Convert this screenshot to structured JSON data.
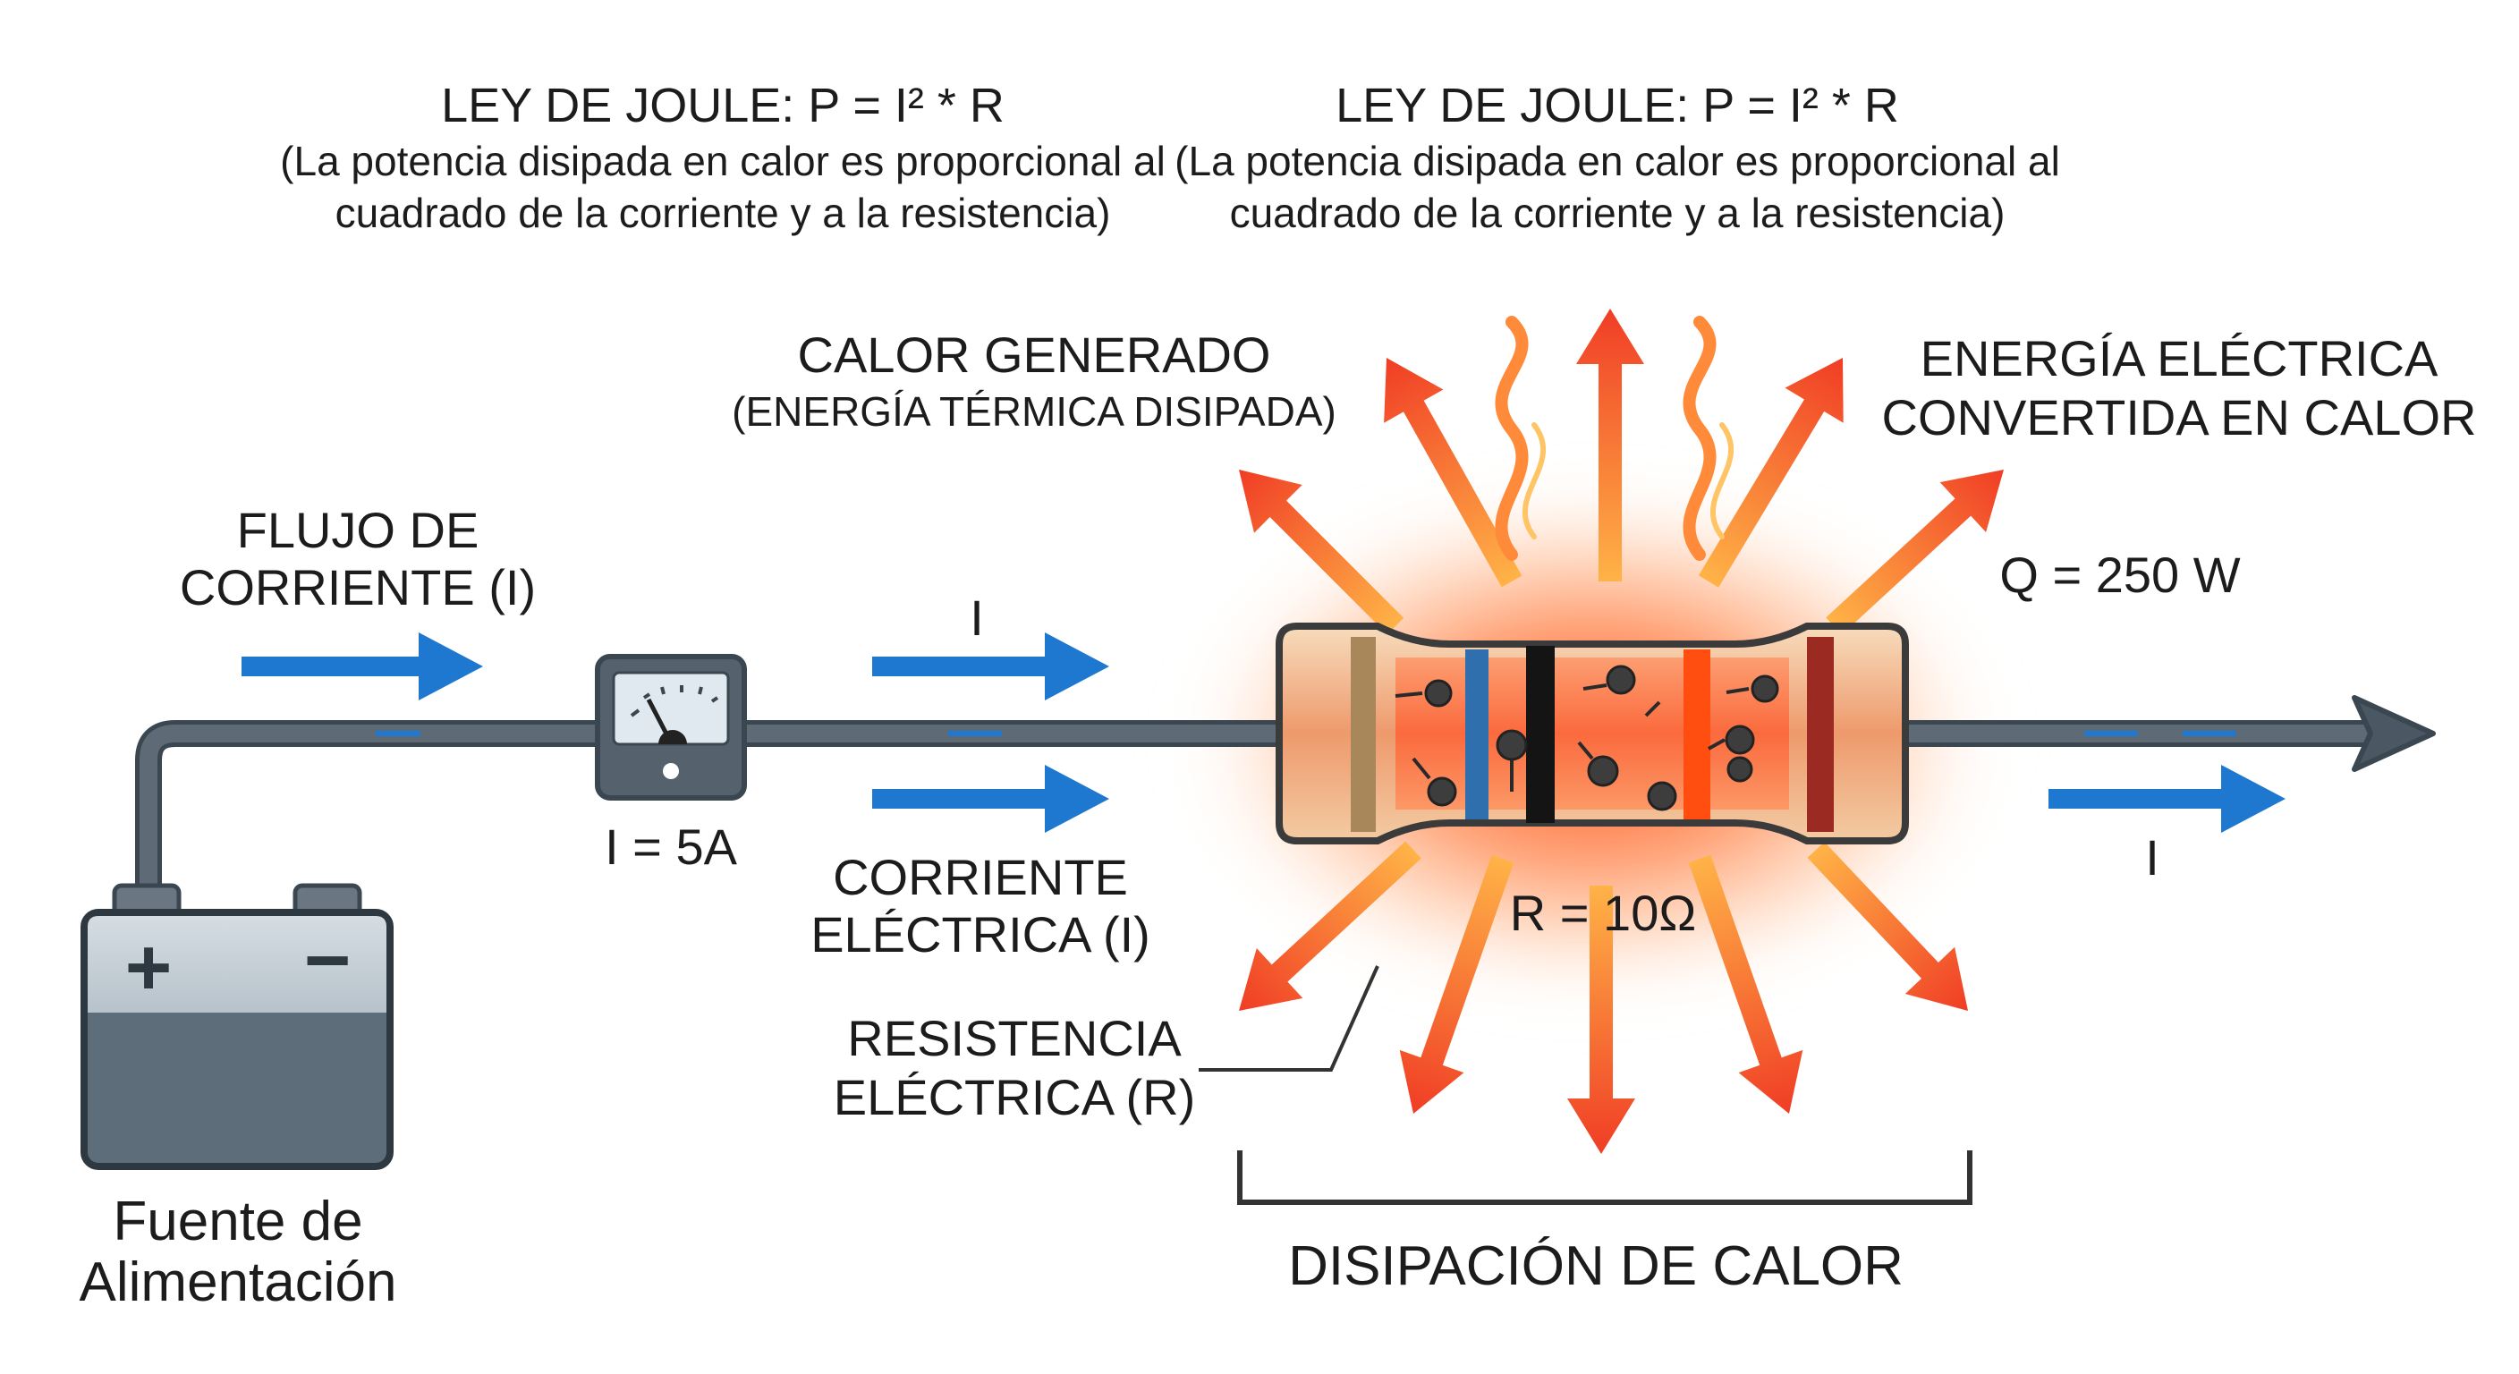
{
  "formula_left": {
    "title": "LEY DE JOULE: P = I² * R",
    "line1": "(La potencia disipada en calor es proporcional al",
    "line2": "cuadrado de la corriente y a la resistencia)"
  },
  "formula_right": {
    "title": "LEY DE JOULE: P = I² * R",
    "line1": "(La potencia disipada en calor es proporcional al",
    "line2": "cuadrado de la corriente y a la resistencia)"
  },
  "labels": {
    "calor_1": "CALOR GENERADO",
    "calor_2": "(ENERGÍA TÉRMICA DISIPADA)",
    "energia_1": "ENERGÍA ELÉCTRICA",
    "energia_2": "CONVERTIDA EN CALOR",
    "flujo_1": "FLUJO DE",
    "flujo_2": "CORRIENTE (I)",
    "i_top": "I",
    "i_right": "I",
    "ammeter_value": "I = 5A",
    "corriente_1": "CORRIENTE",
    "corriente_2": "ELÉCTRICA (I)",
    "resistencia_1": "RESISTENCIA",
    "resistencia_2": "ELÉCTRICA (R)",
    "r_value": "R = 10Ω",
    "q_value": "Q = 250 W",
    "disipacion": "DISIPACIÓN DE CALOR",
    "fuente_1": "Fuente de",
    "fuente_2": "Alimentación",
    "battery_plus": "+",
    "battery_minus": "−"
  },
  "colors": {
    "wire": "#4b5863",
    "current_arrow": "#1f78cf",
    "heat_arrow_inner": "#ffb347",
    "heat_arrow_outer": "#f03d25",
    "battery_body": "#5d6d7a",
    "battery_top": "#c8d0d6",
    "resistor_body": "#f0c9a0",
    "glow": "#ff6a2a"
  }
}
